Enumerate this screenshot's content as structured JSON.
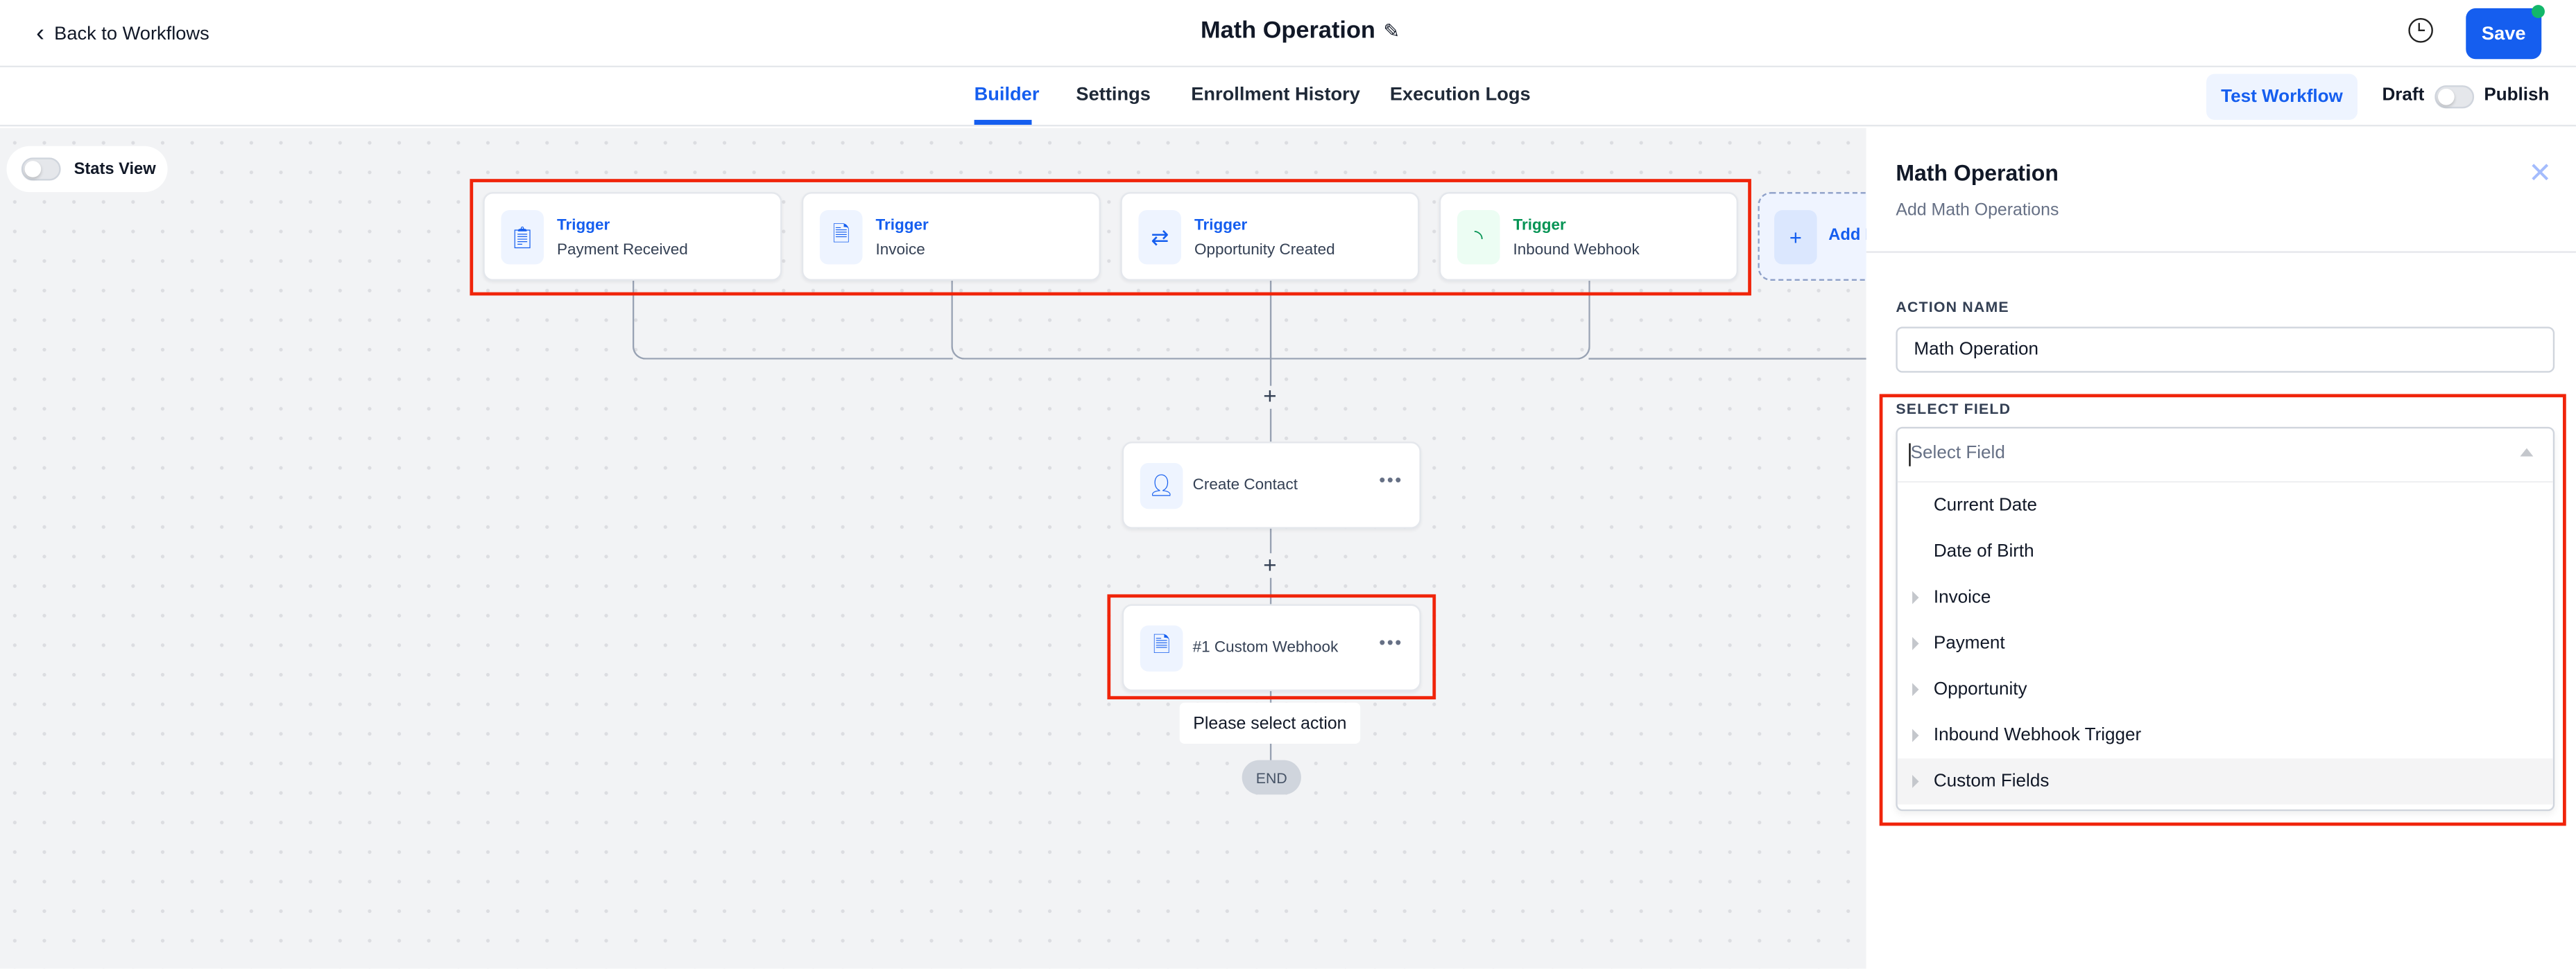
{
  "header": {
    "back_label": "Back to Workflows",
    "title": "Math Operation",
    "save_label": "Save"
  },
  "tabs": [
    {
      "label": "Builder",
      "active": true
    },
    {
      "label": "Settings"
    },
    {
      "label": "Enrollment History"
    },
    {
      "label": "Execution Logs"
    }
  ],
  "toolbar": {
    "test_label": "Test Workflow",
    "draft_label": "Draft",
    "publish_label": "Publish",
    "publish_on": false
  },
  "canvas": {
    "stats_view_label": "Stats View",
    "stats_view_on": false,
    "triggers": [
      {
        "type": "Trigger",
        "name": "Payment Received",
        "icon": "clipboard-icon"
      },
      {
        "type": "Trigger",
        "name": "Invoice",
        "icon": "invoice-icon"
      },
      {
        "type": "Trigger",
        "name": "Opportunity Created",
        "icon": "arrows-exchange-icon"
      },
      {
        "type": "Trigger",
        "name": "Inbound Webhook",
        "icon": "rss-icon"
      }
    ],
    "add_trigger_label": "Add N",
    "actions": [
      {
        "name": "Create Contact",
        "icon": "user-list-icon"
      },
      {
        "name": "#1 Custom Webhook",
        "icon": "file-rss-icon"
      }
    ],
    "hint": "Please select action",
    "end_label": "END"
  },
  "panel": {
    "title": "Math Operation",
    "subtitle": "Add Math Operations",
    "action_name_label": "ACTION NAME",
    "action_name_value": "Math Operation",
    "select_field_label": "SELECT FIELD",
    "select_placeholder": "Select Field",
    "options": [
      {
        "label": "Current Date",
        "expandable": false
      },
      {
        "label": "Date of Birth",
        "expandable": false
      },
      {
        "label": "Invoice",
        "expandable": true
      },
      {
        "label": "Payment",
        "expandable": true
      },
      {
        "label": "Opportunity",
        "expandable": true
      },
      {
        "label": "Inbound Webhook Trigger",
        "expandable": true
      },
      {
        "label": "Custom Fields",
        "expandable": true,
        "highlighted": true
      }
    ]
  },
  "colors": {
    "accent": "#155eef",
    "highlight_box": "#f0240a",
    "webhook_green": "#079455"
  }
}
